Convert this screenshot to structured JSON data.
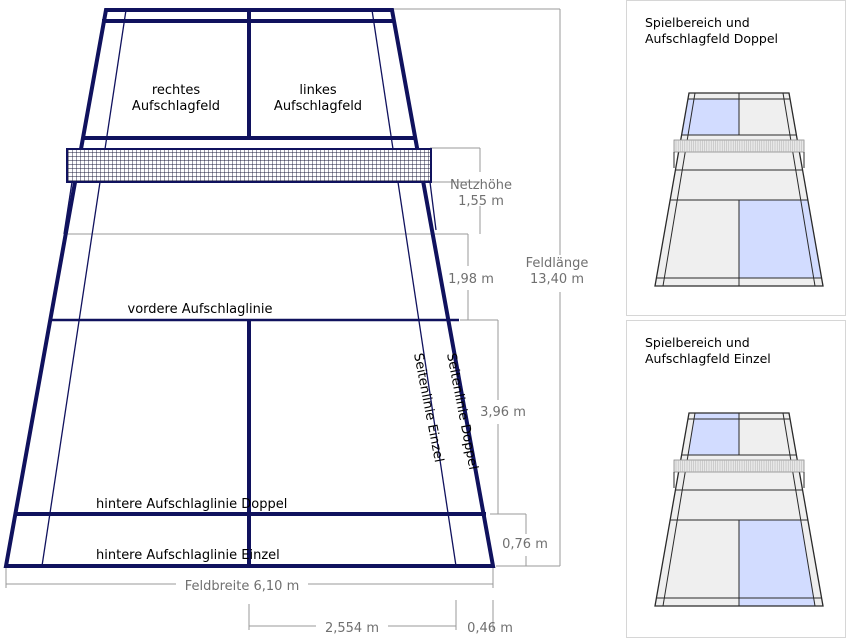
{
  "main": {
    "labels": {
      "right_service_court": "rechtes\nAufschlagfeld",
      "left_service_court": "linkes\nAufschlagfeld",
      "front_service_line": "vordere Aufschlaglinie",
      "back_service_line_doubles": "hintere Aufschlaglinie Doppel",
      "back_service_line_singles": "hintere Aufschlaglinie Einzel",
      "sideline_doubles": "Seitenlinie Doppel",
      "sideline_singles": "Seitenlinie Einzel"
    },
    "dimensions": {
      "net_height": "Netzhöhe\n1,55 m",
      "front_service_distance": "1,98 m",
      "court_length": "Feldlänge\n13,40 m",
      "service_depth": "3,96 m",
      "back_margin": "0,76 m",
      "court_width": "Feldbreite 6,10 m",
      "half_width": "2,554 m",
      "side_margin": "0,46 m"
    }
  },
  "panels": [
    {
      "title": "Spielbereich und\nAufschlagfeld Doppel",
      "variant": "doubles"
    },
    {
      "title": "Spielbereich und\nAufschlagfeld Einzel",
      "variant": "singles"
    }
  ],
  "colors": {
    "court_line": "#10125e",
    "highlight_area": "#d2dcff",
    "court_fill": "#efefef",
    "dimension_line": "#9a9a9a",
    "dimension_text": "#707070"
  }
}
